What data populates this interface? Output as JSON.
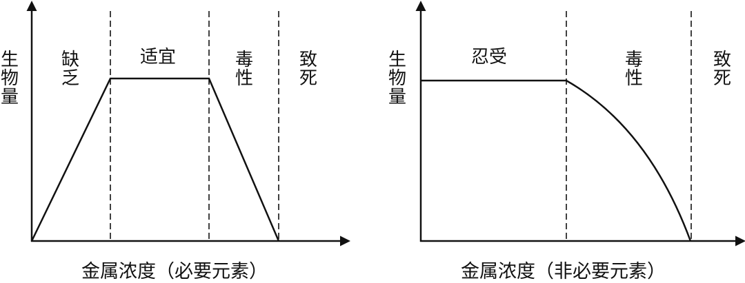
{
  "colors": {
    "ink": "#111111",
    "background": "#ffffff"
  },
  "left_panel": {
    "y_label": "生物量",
    "x_label": "金属浓度（必要元素）",
    "zones": [
      "缺乏",
      "适宜",
      "毒性",
      "致死"
    ]
  },
  "right_panel": {
    "y_label": "生物量",
    "x_label": "金属浓度（非必要元素）",
    "zones": [
      "忍受",
      "毒性",
      "致死"
    ]
  }
}
